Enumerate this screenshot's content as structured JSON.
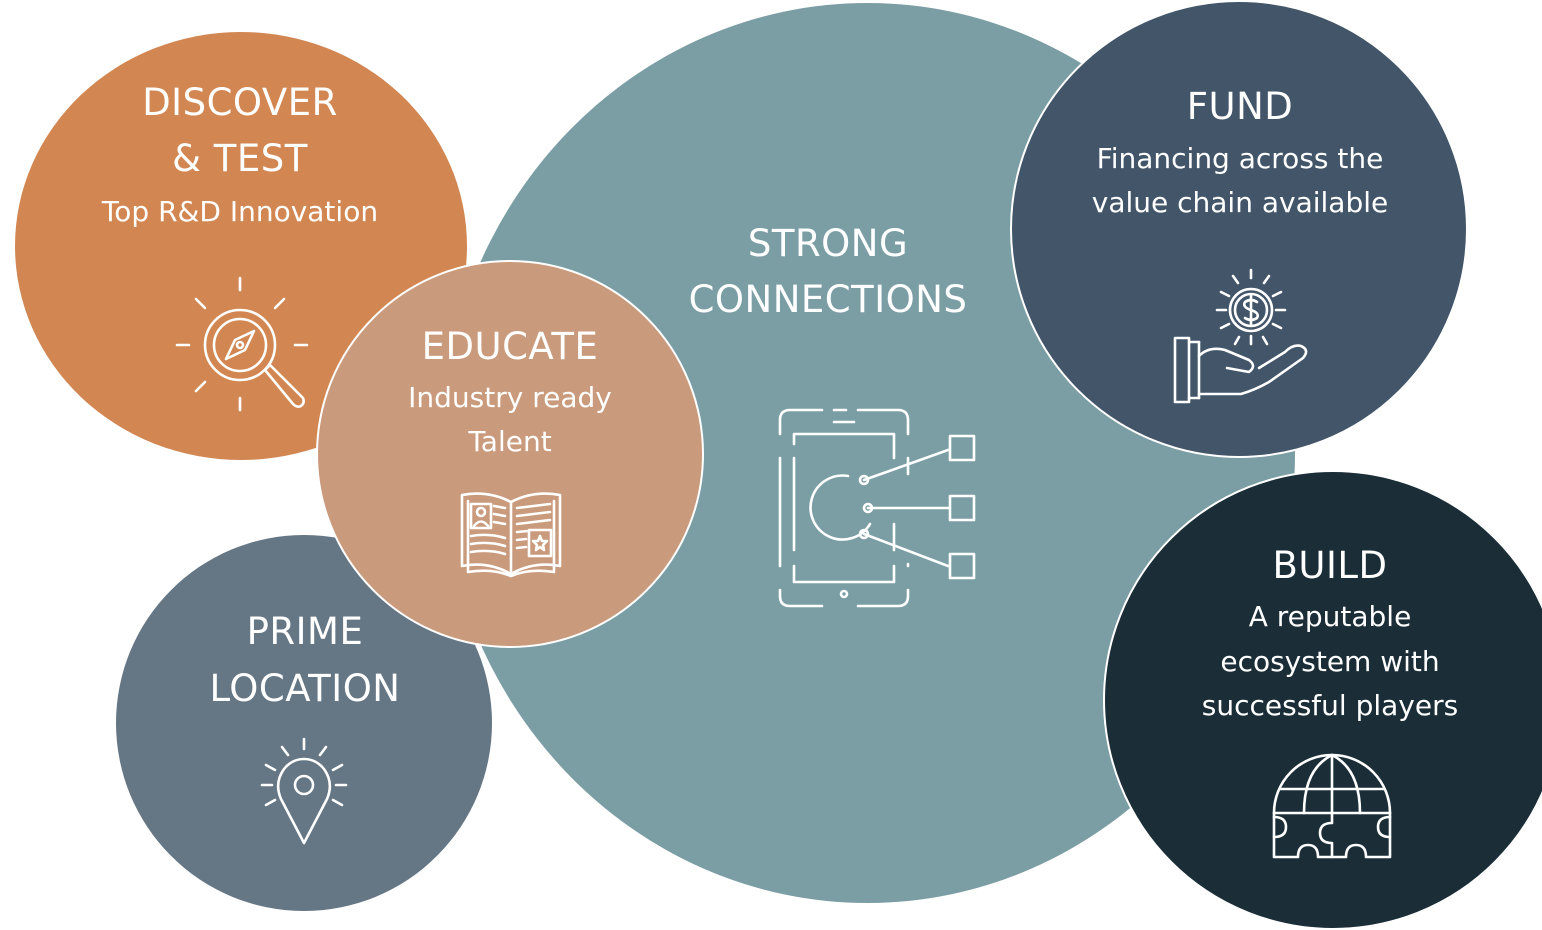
{
  "colors": {
    "strong": "#7b9ea5",
    "discover": "#d28753",
    "educate": "#c99a7c",
    "prime": "#657684",
    "fund": "#425569",
    "build": "#1b2e38",
    "text": "#ffffff"
  },
  "strong": {
    "title_line1": "STRONG",
    "title_line2": "CONNECTIONS",
    "icon": "tablet-network-icon"
  },
  "discover": {
    "title_line1": "DISCOVER",
    "title_line2": "& TEST",
    "subtitle": "Top R&D Innovation",
    "icon": "magnifier-compass-icon"
  },
  "educate": {
    "title": "EDUCATE",
    "subtitle_line1": "Industry ready",
    "subtitle_line2": "Talent",
    "icon": "open-book-icon"
  },
  "prime": {
    "title_line1": "PRIME",
    "title_line2": "LOCATION",
    "icon": "location-pin-icon"
  },
  "fund": {
    "title": "FUND",
    "subtitle_line1": "Financing across the",
    "subtitle_line2": "value chain available",
    "icon": "hand-coin-icon"
  },
  "build": {
    "title": "BUILD",
    "subtitle_line1": "A reputable",
    "subtitle_line2": "ecosystem with",
    "subtitle_line3": "successful players",
    "icon": "globe-puzzle-icon"
  }
}
